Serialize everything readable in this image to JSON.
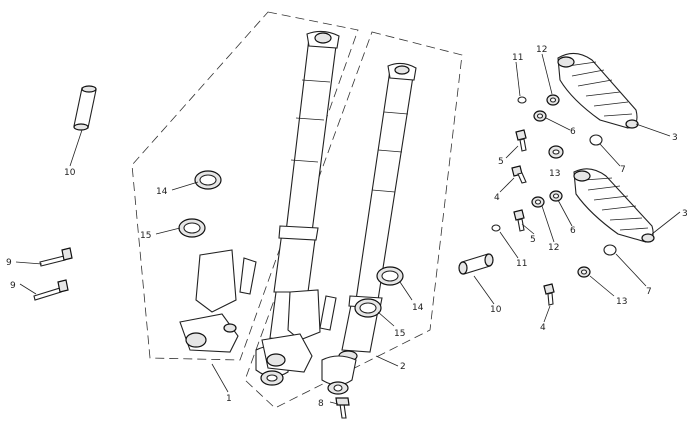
{
  "callouts": [
    {
      "id": "c1",
      "label": "1"
    },
    {
      "id": "c2",
      "label": "2"
    },
    {
      "id": "c3a",
      "label": "3"
    },
    {
      "id": "c3b",
      "label": "3"
    },
    {
      "id": "c4a",
      "label": "4"
    },
    {
      "id": "c4b",
      "label": "4"
    },
    {
      "id": "c5a",
      "label": "5"
    },
    {
      "id": "c5b",
      "label": "5"
    },
    {
      "id": "c6a",
      "label": "6"
    },
    {
      "id": "c6b",
      "label": "6"
    },
    {
      "id": "c7a",
      "label": "7"
    },
    {
      "id": "c7b",
      "label": "7"
    },
    {
      "id": "c8",
      "label": "8"
    },
    {
      "id": "c9a",
      "label": "9"
    },
    {
      "id": "c9b",
      "label": "9"
    },
    {
      "id": "c10a",
      "label": "10"
    },
    {
      "id": "c10b",
      "label": "10"
    },
    {
      "id": "c11a",
      "label": "11"
    },
    {
      "id": "c11b",
      "label": "11"
    },
    {
      "id": "c12a",
      "label": "12"
    },
    {
      "id": "c12b",
      "label": "12"
    },
    {
      "id": "c13a",
      "label": "13"
    },
    {
      "id": "c13b",
      "label": "13"
    },
    {
      "id": "c14a",
      "label": "14"
    },
    {
      "id": "c14b",
      "label": "14"
    },
    {
      "id": "c15a",
      "label": "15"
    },
    {
      "id": "c15b",
      "label": "15"
    }
  ]
}
